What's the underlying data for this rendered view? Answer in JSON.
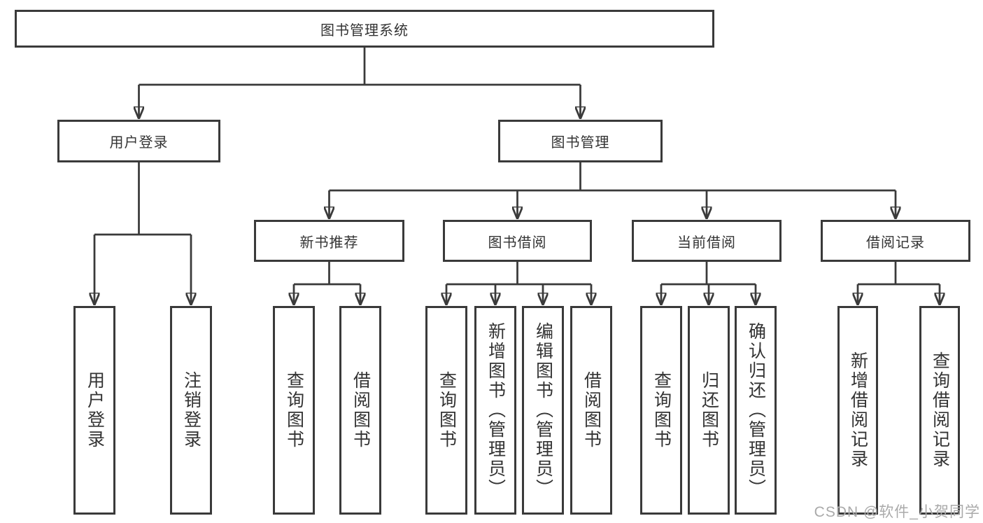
{
  "colors": {
    "line": "#3a3a3a",
    "text": "#333333",
    "background": "#ffffff",
    "watermark": "#aaaaaa"
  },
  "watermark": {
    "text": "CSDN @软件_小贺同学"
  },
  "tree": {
    "label": "图书管理系统",
    "children": [
      {
        "label": "用户登录",
        "children": [
          {
            "label": "用户登录"
          },
          {
            "label": "注销登录"
          }
        ]
      },
      {
        "label": "图书管理",
        "children": [
          {
            "label": "新书推荐",
            "children": [
              {
                "label": "查询图书"
              },
              {
                "label": "借阅图书"
              }
            ]
          },
          {
            "label": "图书借阅",
            "children": [
              {
                "label": "查询图书"
              },
              {
                "label": "新增图书（管理员）"
              },
              {
                "label": "编辑图书（管理员）"
              },
              {
                "label": "借阅图书"
              }
            ]
          },
          {
            "label": "当前借阅",
            "children": [
              {
                "label": "查询图书"
              },
              {
                "label": "归还图书"
              },
              {
                "label": "确认归还（管理员）"
              }
            ]
          },
          {
            "label": "借阅记录",
            "children": [
              {
                "label": "新增借阅记录"
              },
              {
                "label": "查询借阅记录"
              }
            ]
          }
        ]
      }
    ]
  }
}
